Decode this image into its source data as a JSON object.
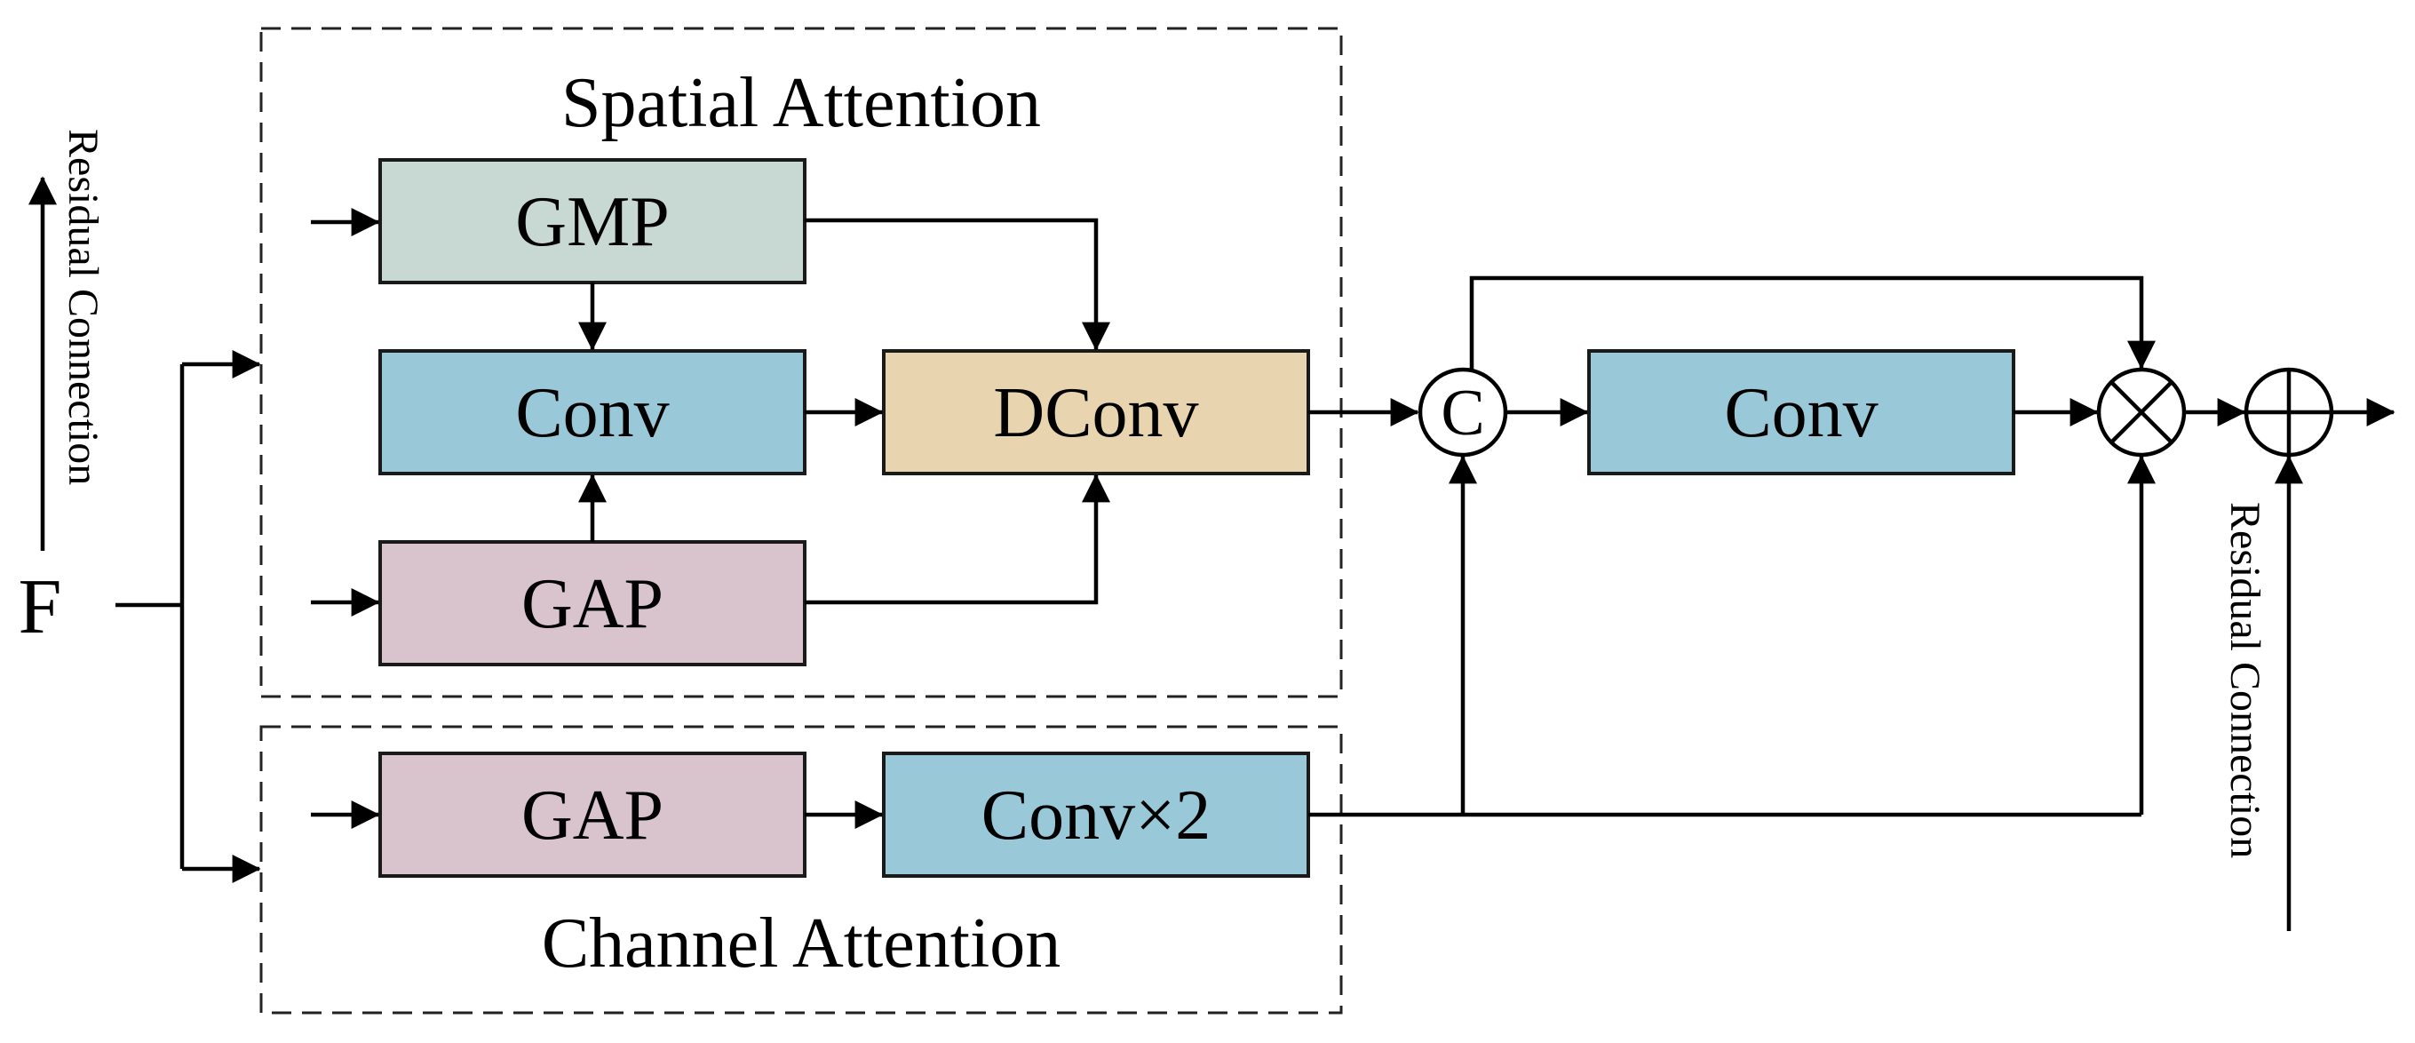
{
  "input": {
    "label": "F"
  },
  "residual_input": {
    "label": "Residual Connection"
  },
  "residual_output": {
    "label": "Residual Connection"
  },
  "spatial_attention": {
    "title": "Spatial Attention",
    "gmp": {
      "label": "GMP",
      "color": "#c8d9d3"
    },
    "conv": {
      "label": "Conv",
      "color": "#99c9d8"
    },
    "dconv": {
      "label": "DConv",
      "color": "#e8d4ae"
    },
    "gap": {
      "label": "GAP",
      "color": "#d9c3cc"
    }
  },
  "channel_attention": {
    "title": "Channel Attention",
    "gap": {
      "label": "GAP",
      "color": "#d9c3cc"
    },
    "conv2": {
      "label": "Conv×2",
      "color": "#99c9d8"
    }
  },
  "concat": {
    "symbol": "C"
  },
  "fuse_conv": {
    "label": "Conv",
    "color": "#99c9d8"
  },
  "multiply": {
    "icon": "circled-times-icon"
  },
  "add": {
    "icon": "circled-plus-icon"
  }
}
